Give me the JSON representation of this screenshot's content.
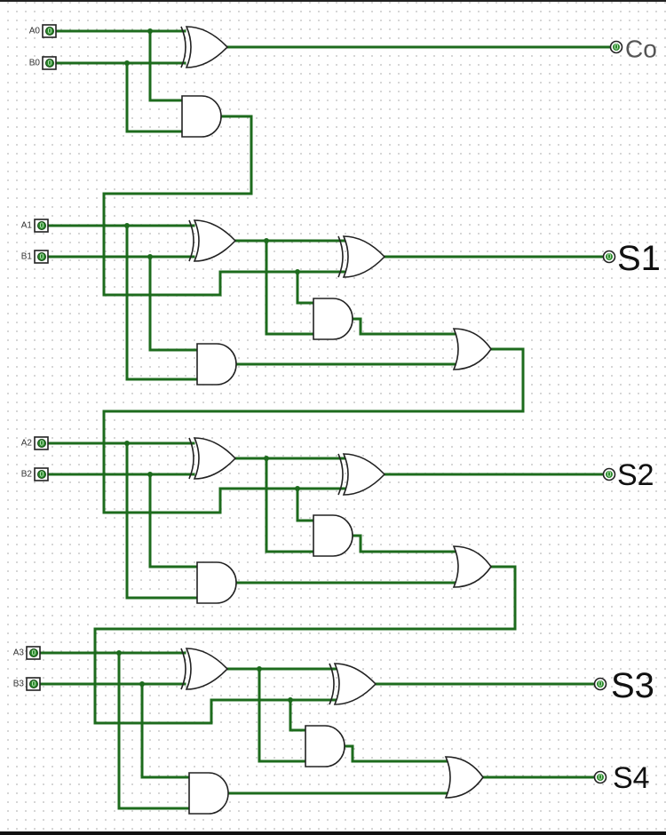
{
  "title": "4-bit Adder Circuit",
  "inputs": [
    {
      "label": "A0",
      "value": "0"
    },
    {
      "label": "B0",
      "value": "0"
    },
    {
      "label": "A1",
      "value": "0"
    },
    {
      "label": "B1",
      "value": "0"
    },
    {
      "label": "A2",
      "value": "0"
    },
    {
      "label": "B2",
      "value": "0"
    },
    {
      "label": "A3",
      "value": "0"
    },
    {
      "label": "B3",
      "value": "0"
    }
  ],
  "outputs": [
    {
      "label": "Co",
      "value": "0"
    },
    {
      "label": "S1",
      "value": "0"
    },
    {
      "label": "S2",
      "value": "0"
    },
    {
      "label": "S3",
      "value": "0"
    },
    {
      "label": "S4",
      "value": "0"
    }
  ],
  "gates": {
    "stage0": [
      "XOR",
      "AND"
    ],
    "stage1": [
      "XOR",
      "XOR",
      "AND",
      "AND",
      "OR"
    ],
    "stage2": [
      "XOR",
      "XOR",
      "AND",
      "AND",
      "OR"
    ],
    "stage3": [
      "XOR",
      "XOR",
      "AND",
      "AND",
      "OR"
    ]
  },
  "colors": {
    "wire": "#1d6b1d",
    "led": "#2e8b2e",
    "gate_outline": "#222222"
  }
}
